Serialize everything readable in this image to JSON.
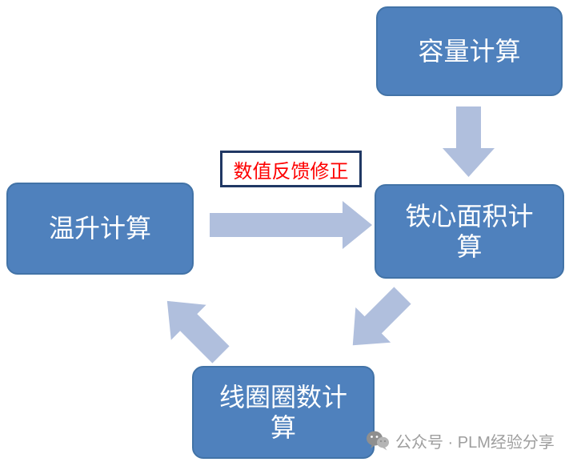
{
  "diagram": {
    "title_none": "",
    "nodes": [
      {
        "id": "capacity-calc",
        "label": "容量计算"
      },
      {
        "id": "core-area-calc",
        "label": "铁心面积计算"
      },
      {
        "id": "temp-rise-calc",
        "label": "温升计算"
      },
      {
        "id": "coil-turns-calc",
        "label": "线圈圈数计算"
      }
    ],
    "feedback_label": {
      "text": "数值反馈修正"
    },
    "arrows": [
      {
        "name": "arrow-capacity-to-core",
        "from": "容量计算",
        "to": "铁心面积计算",
        "direction": "down"
      },
      {
        "name": "arrow-temp-to-core",
        "from": "温升计算",
        "to": "铁心面积计算",
        "direction": "right"
      },
      {
        "name": "arrow-core-to-coil",
        "from": "铁心面积计算",
        "to": "线圈圈数计算",
        "direction": "down-left"
      },
      {
        "name": "arrow-coil-to-temp",
        "from": "线圈圈数计算",
        "to": "温升计算",
        "direction": "up-left"
      }
    ],
    "watermark": {
      "icon": "wechat-icon",
      "text": "公众号 · PLM经验分享"
    },
    "colors": {
      "node_fill": "#4f81bd",
      "node_border": "#4273a7",
      "node_text": "#ffffff",
      "arrow_fill": "#b0bfdd",
      "feedback_border": "#203864",
      "feedback_text": "#fe0000",
      "watermark_text": "#9e9e9e",
      "background": "#ffffff"
    }
  }
}
